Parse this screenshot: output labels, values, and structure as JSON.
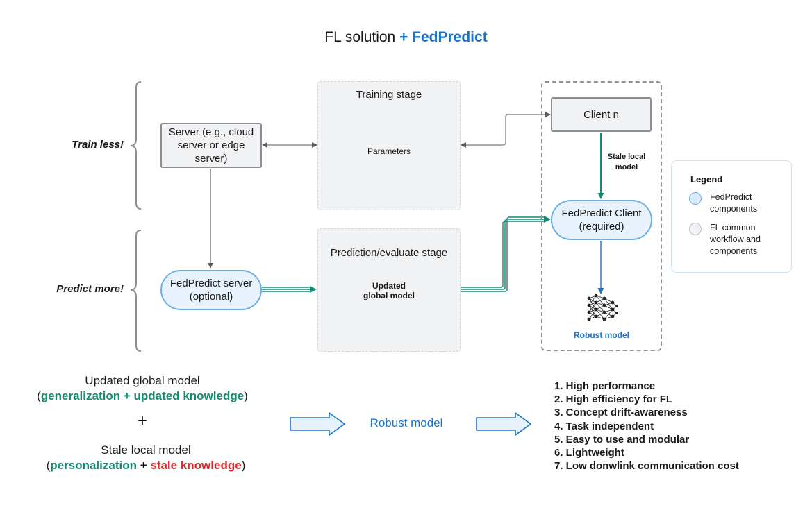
{
  "title": {
    "main": "FL solution ",
    "accent": "+ FedPredict"
  },
  "side_labels": {
    "train": "Train less!",
    "predict": "Predict more!"
  },
  "nodes": {
    "server": "Server (e.g., cloud server or edge server)",
    "fedpredict_server_line1": "FedPredict server",
    "fedpredict_server_line2": "(optional)",
    "client_n": "Client n",
    "fedpredict_client_line1": "FedPredict Client",
    "fedpredict_client_line2": "(required)"
  },
  "stages": {
    "training": {
      "title": "Training stage",
      "label": "Parameters"
    },
    "prediction": {
      "title": "Prediction/evaluate stage",
      "label_line1": "Updated",
      "label_line2": "global model"
    }
  },
  "edge_labels": {
    "stale_line1": "Stale local",
    "stale_line2": "model"
  },
  "robust_model_small": "Robust model",
  "legend": {
    "title": "Legend",
    "items": [
      {
        "label_line1": "FedPredict",
        "label_line2": "components",
        "fill": "#dbeafc",
        "stroke": "#6ab0e6"
      },
      {
        "label_line1": "FL common",
        "label_line2": "workflow and",
        "label_line3": "components",
        "fill": "#f1f2f4",
        "stroke": "#b9bcc1"
      }
    ]
  },
  "bottom": {
    "global_title": "Updated global model",
    "global_open": "(",
    "global_green": "generalization + updated knowledge",
    "global_close": ")",
    "plus": "+",
    "stale_title": "Stale local model",
    "stale_open": "(",
    "stale_green": "personalization",
    "stale_plus": " + ",
    "stale_red": "stale knowledge",
    "stale_close": ")",
    "robust": "Robust model"
  },
  "benefits": [
    "1. High performance",
    "2. High efficiency for FL",
    "3. Concept drift-awareness",
    "4. Task independent",
    "5. Easy to use and modular",
    "6. Lightweight",
    "7. Low donwlink communication cost"
  ],
  "colors": {
    "accent_blue": "#1a73c8",
    "green": "#138a72",
    "red": "#d92b2b",
    "arrow_grey": "#595b60"
  }
}
